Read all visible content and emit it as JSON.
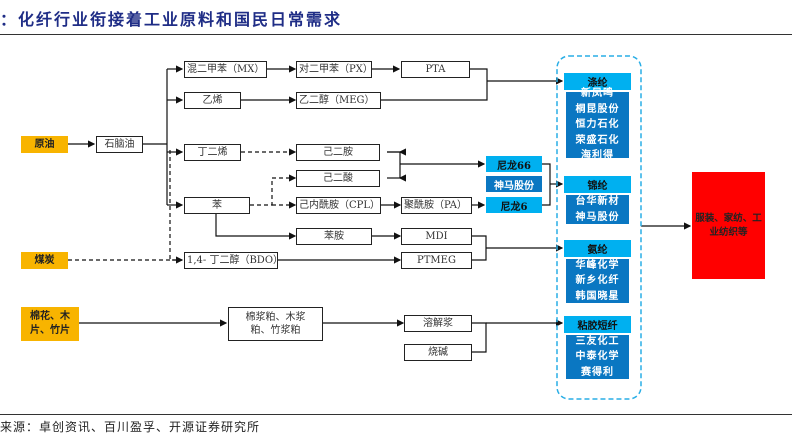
{
  "title": "：化纤行业衔接着工业原料和国民日常需求",
  "source": "来源：卓创资讯、百川盈孚、开源证券研究所",
  "sources": {
    "crude_oil": "原油",
    "coal": "煤炭",
    "cotton_wood": "棉花、木片、竹片"
  },
  "intermediates": {
    "naphtha": "石脑油",
    "mx": "混二甲苯（MX）",
    "px": "对二甲苯（PX）",
    "pta": "PTA",
    "ethylene": "乙烯",
    "meg": "乙二醇（MEG）",
    "butadiene": "丁二烯",
    "hexanediamine": "己二胺",
    "adipic_acid": "己二酸",
    "benzene": "苯",
    "cpl": "己内酰胺（CPL）",
    "pa": "聚酰胺（PA）",
    "aniline": "苯胺",
    "mdi": "MDI",
    "bdo": "1,4- 丁二醇（BDO）",
    "ptmeg": "PTMEG",
    "pulp": "棉浆粕、木浆粕、竹浆粕",
    "dissolving_pulp": "溶解浆",
    "caustic_soda": "烧碱"
  },
  "nylon": {
    "nylon66": "尼龙66",
    "company": "神马股份",
    "nylon6": "尼龙6"
  },
  "fibers": [
    {
      "name": "涤纶",
      "companies": [
        "新凤鸣",
        "桐昆股份",
        "恒力石化",
        "荣盛石化",
        "海利得"
      ]
    },
    {
      "name": "锦纶",
      "companies": [
        "台华新材",
        "神马股份"
      ]
    },
    {
      "name": "氨纶",
      "companies": [
        "华峰化学",
        "新乡化纤",
        "韩国晓星"
      ]
    },
    {
      "name": "粘胶短纤",
      "companies": [
        "三友化工",
        "中泰化学",
        "赛得利"
      ]
    }
  ],
  "end_use": "服装、家纺、工业纺织等",
  "colors": {
    "source_fill": "#f8b400",
    "fiber_header": "#00b0f0",
    "fiber_companies": "#0a77c2",
    "end_use": "#ff0000",
    "group_border": "#29aee6",
    "title": "#1f2d86"
  }
}
